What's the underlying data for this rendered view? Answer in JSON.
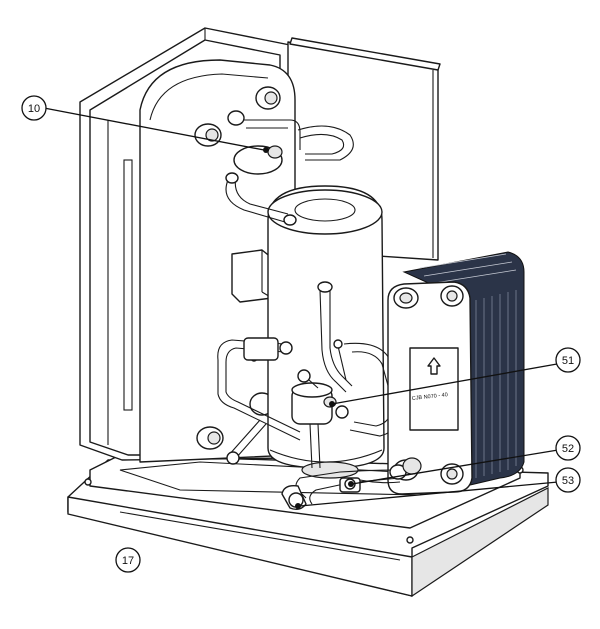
{
  "callouts": [
    {
      "label": "10"
    },
    {
      "label": "51"
    },
    {
      "label": "52"
    },
    {
      "label": "53"
    },
    {
      "label": "17"
    }
  ],
  "nameplate_text": "CJB N070 - 40"
}
